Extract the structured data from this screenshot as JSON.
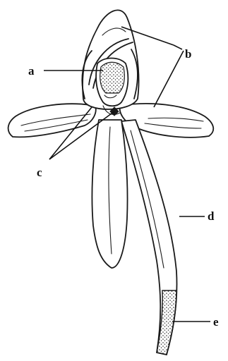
{
  "labels": {
    "a": "a",
    "b": "b",
    "c": "c",
    "d": "d",
    "e": "e"
  },
  "colors": {
    "ink": "#1a1a1a",
    "background": "#ffffff"
  }
}
